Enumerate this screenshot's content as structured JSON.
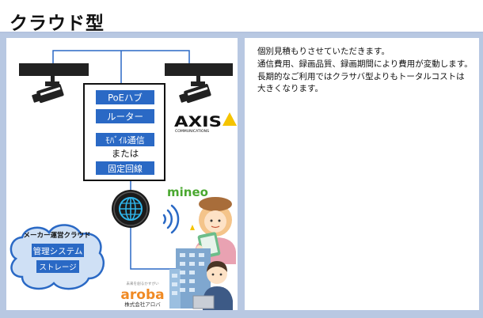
{
  "page": {
    "title": "クラウド型"
  },
  "diagram": {
    "router_box_items": [
      "PoEハブ",
      "ルーター",
      "ﾓﾊﾞｲﾙ通信",
      "または",
      "固定回線"
    ],
    "axis_logo": {
      "brand": "AXIS",
      "sub": "COMMUNICATIONS"
    },
    "mineo_logo": "mineo",
    "cloud": {
      "label": "メーカー運営クラウド",
      "items": [
        "管理システム",
        "ストレージ"
      ]
    },
    "aroba_logo": {
      "tagline": "未来を創るかすがい",
      "brand": "aroba",
      "company": "株式会社アロバ"
    },
    "colors": {
      "accent_blue": "#2a69c5",
      "camera_dark": "#222222",
      "frame": "#b8c8e2",
      "cloud_fill": "#cfe0f5",
      "mineo_green": "#4aa830",
      "axis_yellow": "#f5c400"
    }
  },
  "description": {
    "lines": [
      "個別見積もりさせていただきます。",
      "通信費用、録画品質、録画期間により費用が変動します。",
      "長期的なご利用ではクラサバ型よりもトータルコストは大きくなります。"
    ]
  }
}
